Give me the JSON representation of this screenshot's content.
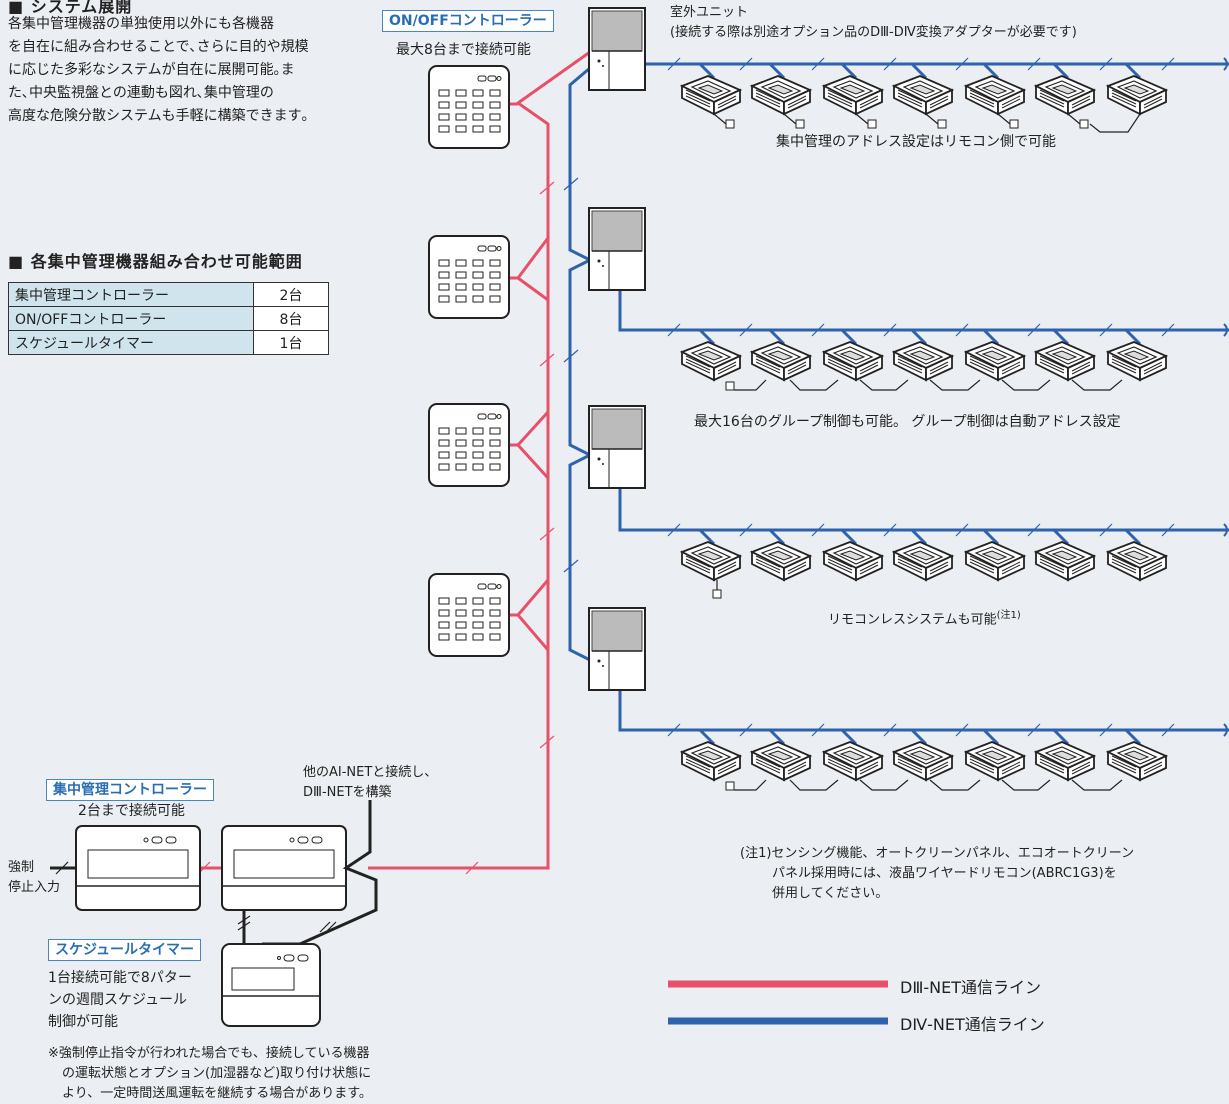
{
  "intro": {
    "title": "■ システム展開",
    "lines": [
      "各集中管理機器の単独使用以外にも各機器",
      "を自在に組み合わせることで､さらに目的や規模",
      "に応じた多彩なシステムが自在に展開可能｡ま",
      "た､中央監視盤との連動も図れ､集中管理の",
      "高度な危険分散システムも手軽に構築できます｡"
    ]
  },
  "range": {
    "title": "■ 各集中管理機器組み合わせ可能範囲",
    "rows": [
      {
        "name": "集中管理コントローラー",
        "count": "2台"
      },
      {
        "name": "ON/OFFコントローラー",
        "count": "8台"
      },
      {
        "name": "スケジュールタイマー",
        "count": "1台"
      }
    ]
  },
  "onoff": {
    "label": "ON/OFFコントローラー",
    "note": "最大8台まで接続可能"
  },
  "outdoor": {
    "line1": "室外ユニット",
    "line2": "(接続する際は別途オプション品のDⅢ-DⅣ変換アダプターが必要です)"
  },
  "notes": {
    "address": "集中管理のアドレス設定はリモコン側で可能",
    "group": "最大16台のグループ制御も可能。 グループ制御は自動アドレス設定",
    "remoconless": "リモコンレスシステムも可能",
    "remoconless_sup": "(注1)"
  },
  "central": {
    "label": "集中管理コントローラー",
    "note": "2台まで接続可能"
  },
  "ainet": {
    "line1": "他のAI-NETと接続し、",
    "line2": "DⅢ-NETを構築"
  },
  "forced": {
    "line1": "強制",
    "line2": "停止入力"
  },
  "schedule": {
    "label": "スケジュールタイマー",
    "lines": [
      "1台接続可能で8パター",
      "ンの週間スケジュール",
      "制御が可能"
    ]
  },
  "footnote": {
    "lines": [
      "※強制停止指令が行われた場合でも、接続している機器",
      "の運転状態とオプション(加湿器など)取り付け状態に",
      "より、一定時間送風運転を継続する場合があります。"
    ]
  },
  "note1": {
    "lines": [
      "(注1)センシング機能、オートクリーンパネル、エコオートクリーン",
      "パネル採用時には、液晶ワイヤードリモコン(ABRC1G3)を",
      "併用してください。"
    ]
  },
  "legend": [
    {
      "label": "DⅢ-NET通信ライン",
      "color": "#e8506a"
    },
    {
      "label": "DⅣ-NET通信ライン",
      "color": "#2f62ad"
    }
  ]
}
